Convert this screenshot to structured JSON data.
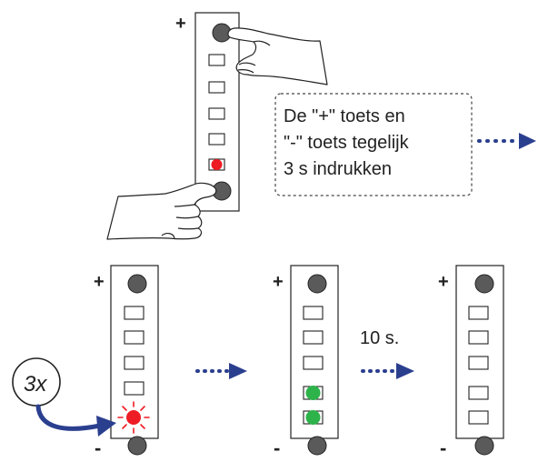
{
  "instruction": {
    "line1": "De \"+\" toets en",
    "line2": "\"-\" toets tegelijk",
    "line3": "3 s indrukken"
  },
  "labels": {
    "plus": "+",
    "minus": "-",
    "repeat": "3x",
    "wait": "10 s."
  },
  "colors": {
    "led_red": "#ee1c24",
    "led_green": "#2db34a",
    "button_grey": "#5a5a5a",
    "arrow_blue": "#2b3f8f"
  },
  "panels": [
    {
      "name": "panel-press",
      "leds": [
        "off",
        "off",
        "off",
        "off",
        "red"
      ],
      "hands": true
    },
    {
      "name": "panel-blink",
      "leds": [
        "off",
        "off",
        "off",
        "off",
        "red-blink"
      ],
      "hands": false
    },
    {
      "name": "panel-confirm",
      "leds": [
        "off",
        "off",
        "off",
        "green",
        "green"
      ],
      "hands": false
    },
    {
      "name": "panel-done",
      "leds": [
        "off",
        "off",
        "off",
        "off",
        "off"
      ],
      "hands": false
    }
  ]
}
